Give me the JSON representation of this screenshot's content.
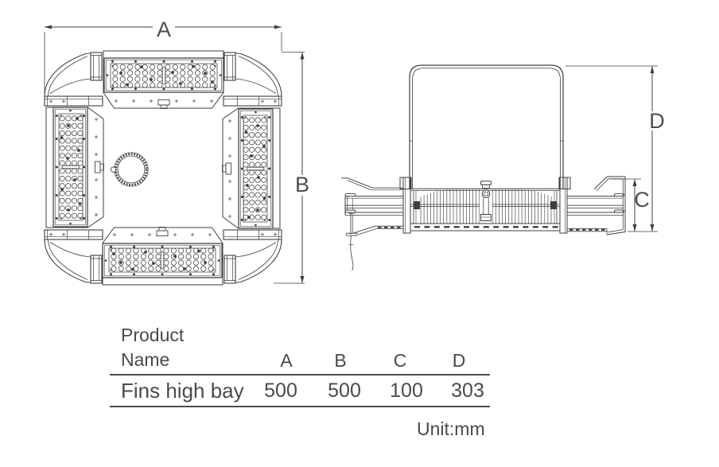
{
  "drawing": {
    "dim_labels": {
      "a": "A",
      "b": "B",
      "c": "C",
      "d": "D"
    }
  },
  "table": {
    "product_header_line1": "Product",
    "product_header_line2": "Name",
    "columns": [
      "A",
      "B",
      "C",
      "D"
    ],
    "rows": [
      {
        "name": "Fins high bay",
        "values": [
          "500",
          "500",
          "100",
          "303"
        ]
      }
    ],
    "unit": "Unit:mm"
  },
  "colors": {
    "line": "#3f3f3f",
    "text": "#4a4a4a",
    "background": "#ffffff"
  }
}
